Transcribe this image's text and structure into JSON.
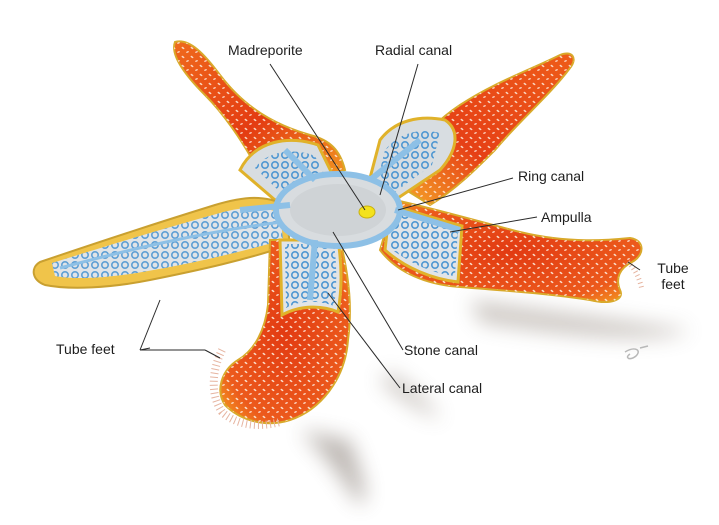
{
  "diagram": {
    "labels": {
      "madreporite": "Madreporite",
      "radial_canal": "Radial canal",
      "ring_canal": "Ring canal",
      "ampulla": "Ampulla",
      "tube_feet_right_line1": "Tube",
      "tube_feet_right_line2": "feet",
      "tube_feet_left": "Tube feet",
      "stone_canal": "Stone canal",
      "lateral_canal": "Lateral canal"
    },
    "colors": {
      "skin_orange": "#e8481c",
      "skin_yellow": "#f2a21a",
      "canal_blue": "#7db3dc",
      "ampulla_blue": "#4f97d2",
      "inner_gray": "#d9dcdf",
      "madreporite_yellow": "#f4e21c",
      "leader_line": "#2a2a2a"
    }
  }
}
